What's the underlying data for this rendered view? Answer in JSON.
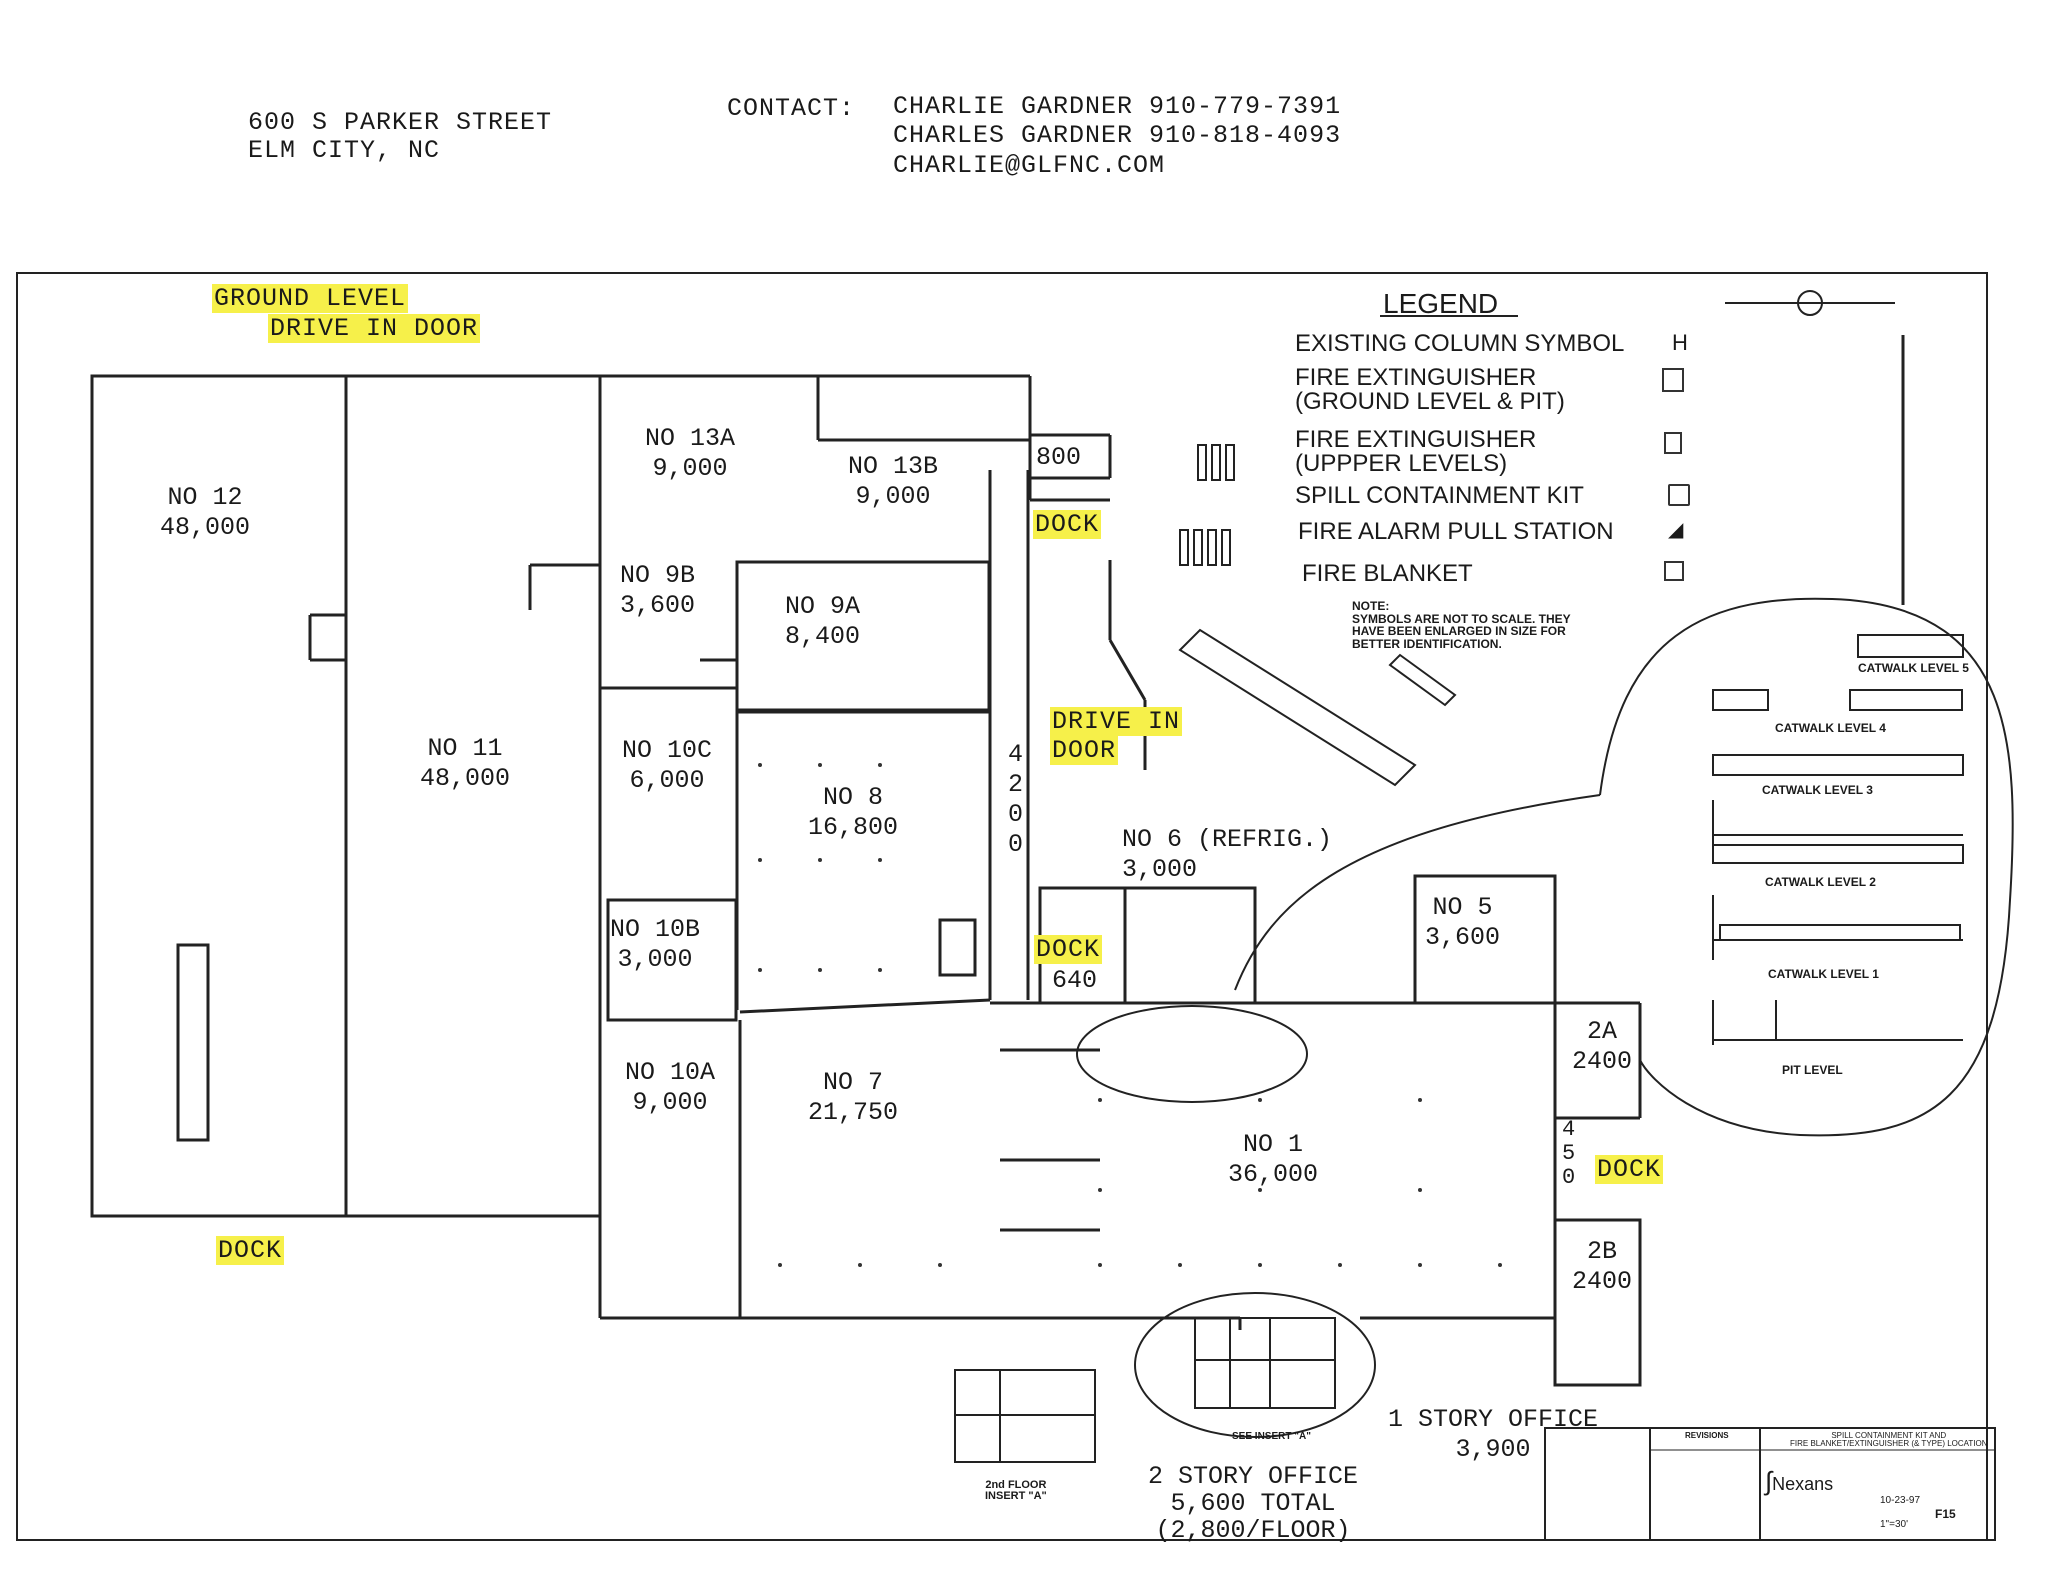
{
  "header": {
    "address_line1": "600 S PARKER STREET",
    "address_line2": "ELM CITY, NC",
    "contact_label": "CONTACT:",
    "contact_line1": "CHARLIE GARDNER 910-779-7391",
    "contact_line2": "CHARLES GARDNER 910-818-4093",
    "contact_email": "CHARLIE@GLFNC.COM"
  },
  "highlights": {
    "ground_level_1": "GROUND LEVEL",
    "ground_level_2": "DRIVE IN DOOR",
    "dock_top": "DOCK",
    "drive_in_1": "DRIVE IN",
    "drive_in_2": "DOOR",
    "dock_mid": "DOCK",
    "dock_right": "DOCK",
    "dock_bottom": "DOCK",
    "highlight_color": "#f6f04a"
  },
  "rooms": {
    "no12": {
      "name": "NO 12",
      "area": "48,000"
    },
    "no11": {
      "name": "NO 11",
      "area": "48,000"
    },
    "no13a": {
      "name": "NO 13A",
      "area": "9,000"
    },
    "no13b": {
      "name": "NO 13B",
      "area": "9,000"
    },
    "no9b": {
      "name": "NO 9B",
      "area": "3,600"
    },
    "no9a": {
      "name": "NO 9A",
      "area": "8,400"
    },
    "no10c": {
      "name": "NO 10C",
      "area": "6,000"
    },
    "no8": {
      "name": "NO 8",
      "area": "16,800"
    },
    "no10b": {
      "name": "NO 10B",
      "area": "3,000"
    },
    "no10a": {
      "name": "NO 10A",
      "area": "9,000"
    },
    "no7": {
      "name": "NO 7",
      "area": "21,750"
    },
    "no6": {
      "name": "NO 6 (REFRIG.)",
      "area": "3,000"
    },
    "no5": {
      "name": "NO 5",
      "area": "3,600"
    },
    "no1": {
      "name": "NO 1",
      "area": "36,000"
    },
    "r2a": {
      "name": "2A",
      "area": "2400"
    },
    "r2b": {
      "name": "2B",
      "area": "2400"
    },
    "r800": {
      "name": "800"
    },
    "dock640": "640",
    "vert4200": [
      "4",
      "2",
      "0",
      "0"
    ],
    "vert450": [
      "4",
      "5",
      "0"
    ]
  },
  "offices": {
    "one_story_1": "1 STORY OFFICE",
    "one_story_2": "3,900",
    "two_story_1": "2 STORY OFFICE",
    "two_story_2": "5,600 TOTAL",
    "two_story_3": "(2,800/FLOOR)",
    "insert_label_1": "2nd FLOOR",
    "insert_label_2": "INSERT \"A\"",
    "see_insert": "SEE INSERT \"A\""
  },
  "legend": {
    "title": "LEGEND",
    "items": [
      "EXISTING COLUMN SYMBOL",
      "FIRE EXTINGUISHER",
      "(GROUND LEVEL & PIT)",
      "FIRE EXTINGUISHER",
      "(UPPPER LEVELS)",
      "SPILL CONTAINMENT KIT",
      "FIRE ALARM PULL STATION",
      "FIRE BLANKET"
    ],
    "note_1": "NOTE:",
    "note_2": "SYMBOLS ARE NOT TO SCALE.  THEY",
    "note_3": "HAVE BEEN ENLARGED IN SIZE FOR",
    "note_4": "BETTER IDENTIFICATION."
  },
  "catwalks": {
    "level5": "CATWALK LEVEL 5",
    "level4": "CATWALK LEVEL 4",
    "level3": "CATWALK LEVEL 3",
    "level2": "CATWALK LEVEL 2",
    "level1": "CATWALK LEVEL 1",
    "pit": "PIT LEVEL"
  },
  "title_block": {
    "revisions": "REVISIONS",
    "title_1": "SPILL CONTAINMENT KIT AND",
    "title_2": "FIRE BLANKET/EXTINGUISHER (& TYPE) LOCATION",
    "company": "Nexans",
    "date": "10-23-97",
    "scale": "1\"=30'",
    "drawing_no": "F15"
  }
}
